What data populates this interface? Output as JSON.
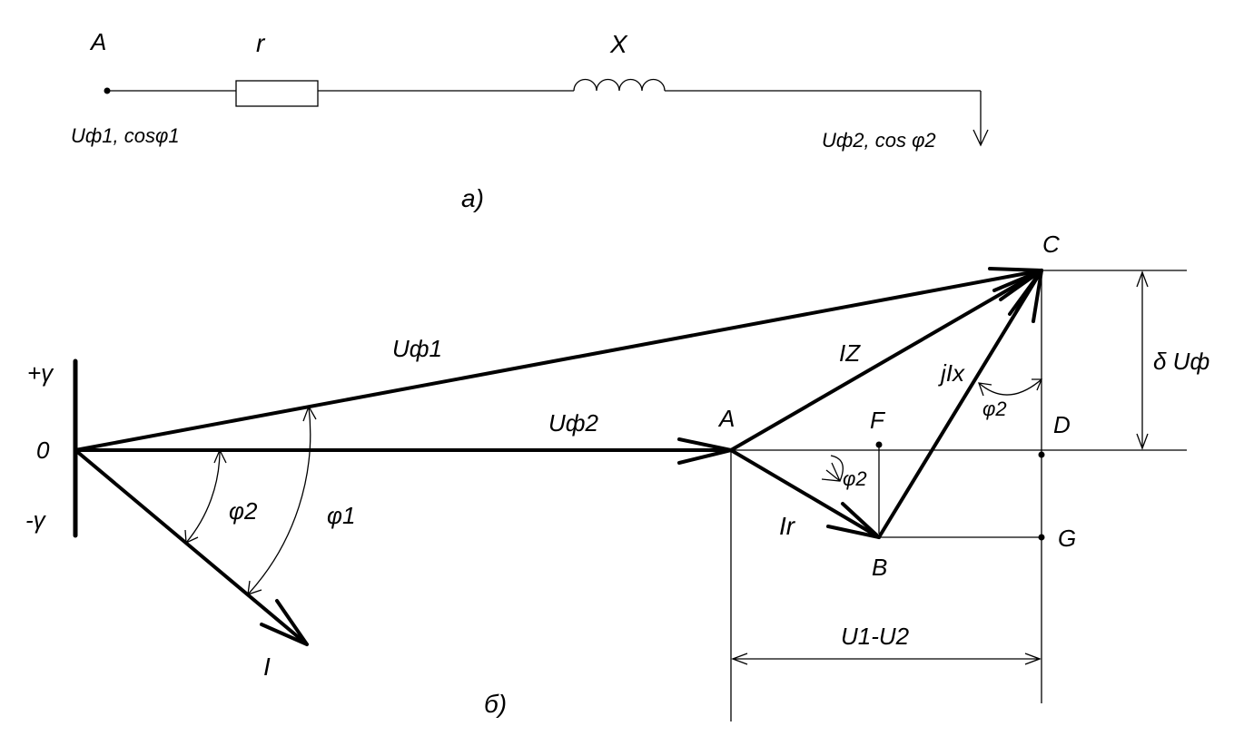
{
  "circuit": {
    "node_start": "A",
    "resistor": "r",
    "inductor": "X",
    "start_params": "Uф1, cosφ1",
    "end_params": "Uф2, cos φ2",
    "caption": "а)"
  },
  "phasor": {
    "caption": "б)",
    "origin": "0",
    "plus_gamma": "+γ",
    "minus_gamma": "-γ",
    "u1": "Uф1",
    "u2": "Uф2",
    "current": "I",
    "phi1": "φ1",
    "phi2": "φ2",
    "point_a": "A",
    "point_b": "B",
    "point_c": "C",
    "point_d": "D",
    "point_f": "F",
    "point_g": "G",
    "iz": "IZ",
    "jix": "jIx",
    "ir": "Ir",
    "phi2_at_b": "φ2",
    "phi2_at_c": "φ2",
    "delta_u": "δ Uф",
    "u_diff": "U1-U2"
  }
}
